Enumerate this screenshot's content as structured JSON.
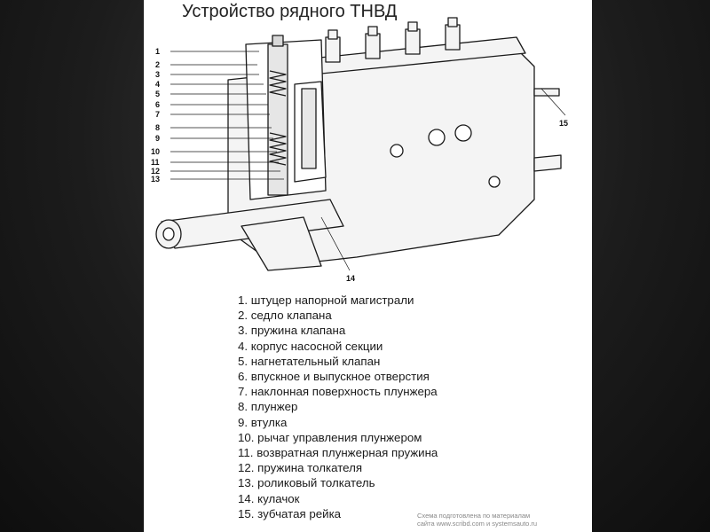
{
  "title": "Устройство рядного ТНВД",
  "callouts": {
    "left": [
      "1",
      "2",
      "3",
      "4",
      "5",
      "6",
      "7",
      "8",
      "9",
      "10",
      "11",
      "12",
      "13"
    ],
    "bottom": "14",
    "right": "15"
  },
  "legend": [
    "1. штуцер напорной магистрали",
    "2. седло клапана",
    "3. пружина клапана",
    "4. корпус насосной секции",
    "5. нагнетательный клапан",
    "6. впускное и выпускное отверстия",
    "7. наклонная поверхность плунжера",
    "8. плунжер",
    "9. втулка",
    "10. рычаг управления плунжером",
    "11. возвратная плунжерная пружина",
    "12. пружина толкателя",
    "13. роликовый толкатель",
    "14. кулачок",
    "15. зубчатая рейка"
  ],
  "source_note": [
    "Схема подготовлена по материалам",
    "сайта www.scribd.com и systemsauto.ru"
  ],
  "colors": {
    "background": "#1c1c1c",
    "panel": "#ffffff",
    "ink": "#1a1a1a"
  }
}
